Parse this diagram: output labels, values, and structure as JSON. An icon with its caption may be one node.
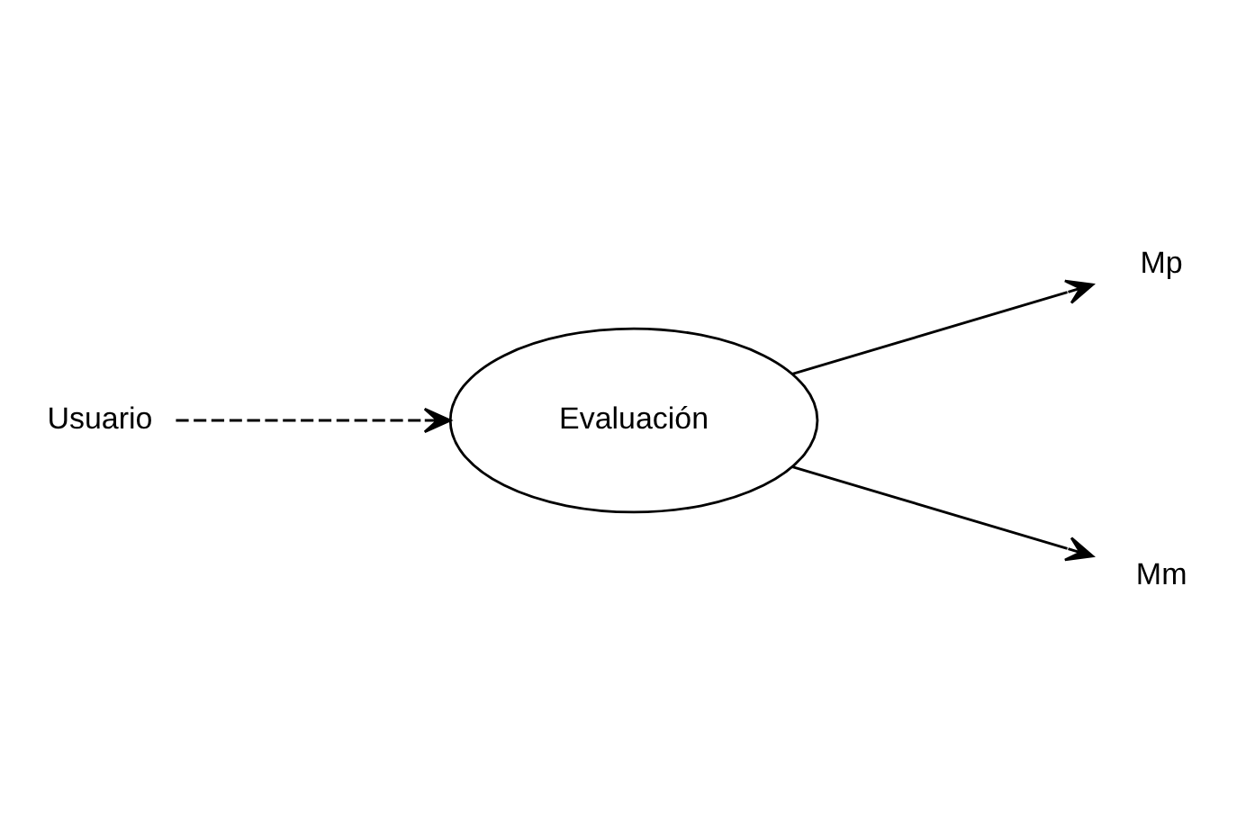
{
  "diagram": {
    "nodes": [
      {
        "text": [
          "Usuario"
        ]
      },
      {
        "text": [
          "Evaluación"
        ]
      },
      {
        "text": [
          "Mp"
        ]
      },
      {
        "text": [
          "Mm"
        ]
      }
    ],
    "edges": [
      {
        "from": 0,
        "to": 1,
        "arrow": "to",
        "style": "dashed"
      },
      {
        "from": 1,
        "to": 2,
        "arrow": "to"
      },
      {
        "from": 1,
        "to": 3,
        "arrow": "to"
      }
    ]
  }
}
